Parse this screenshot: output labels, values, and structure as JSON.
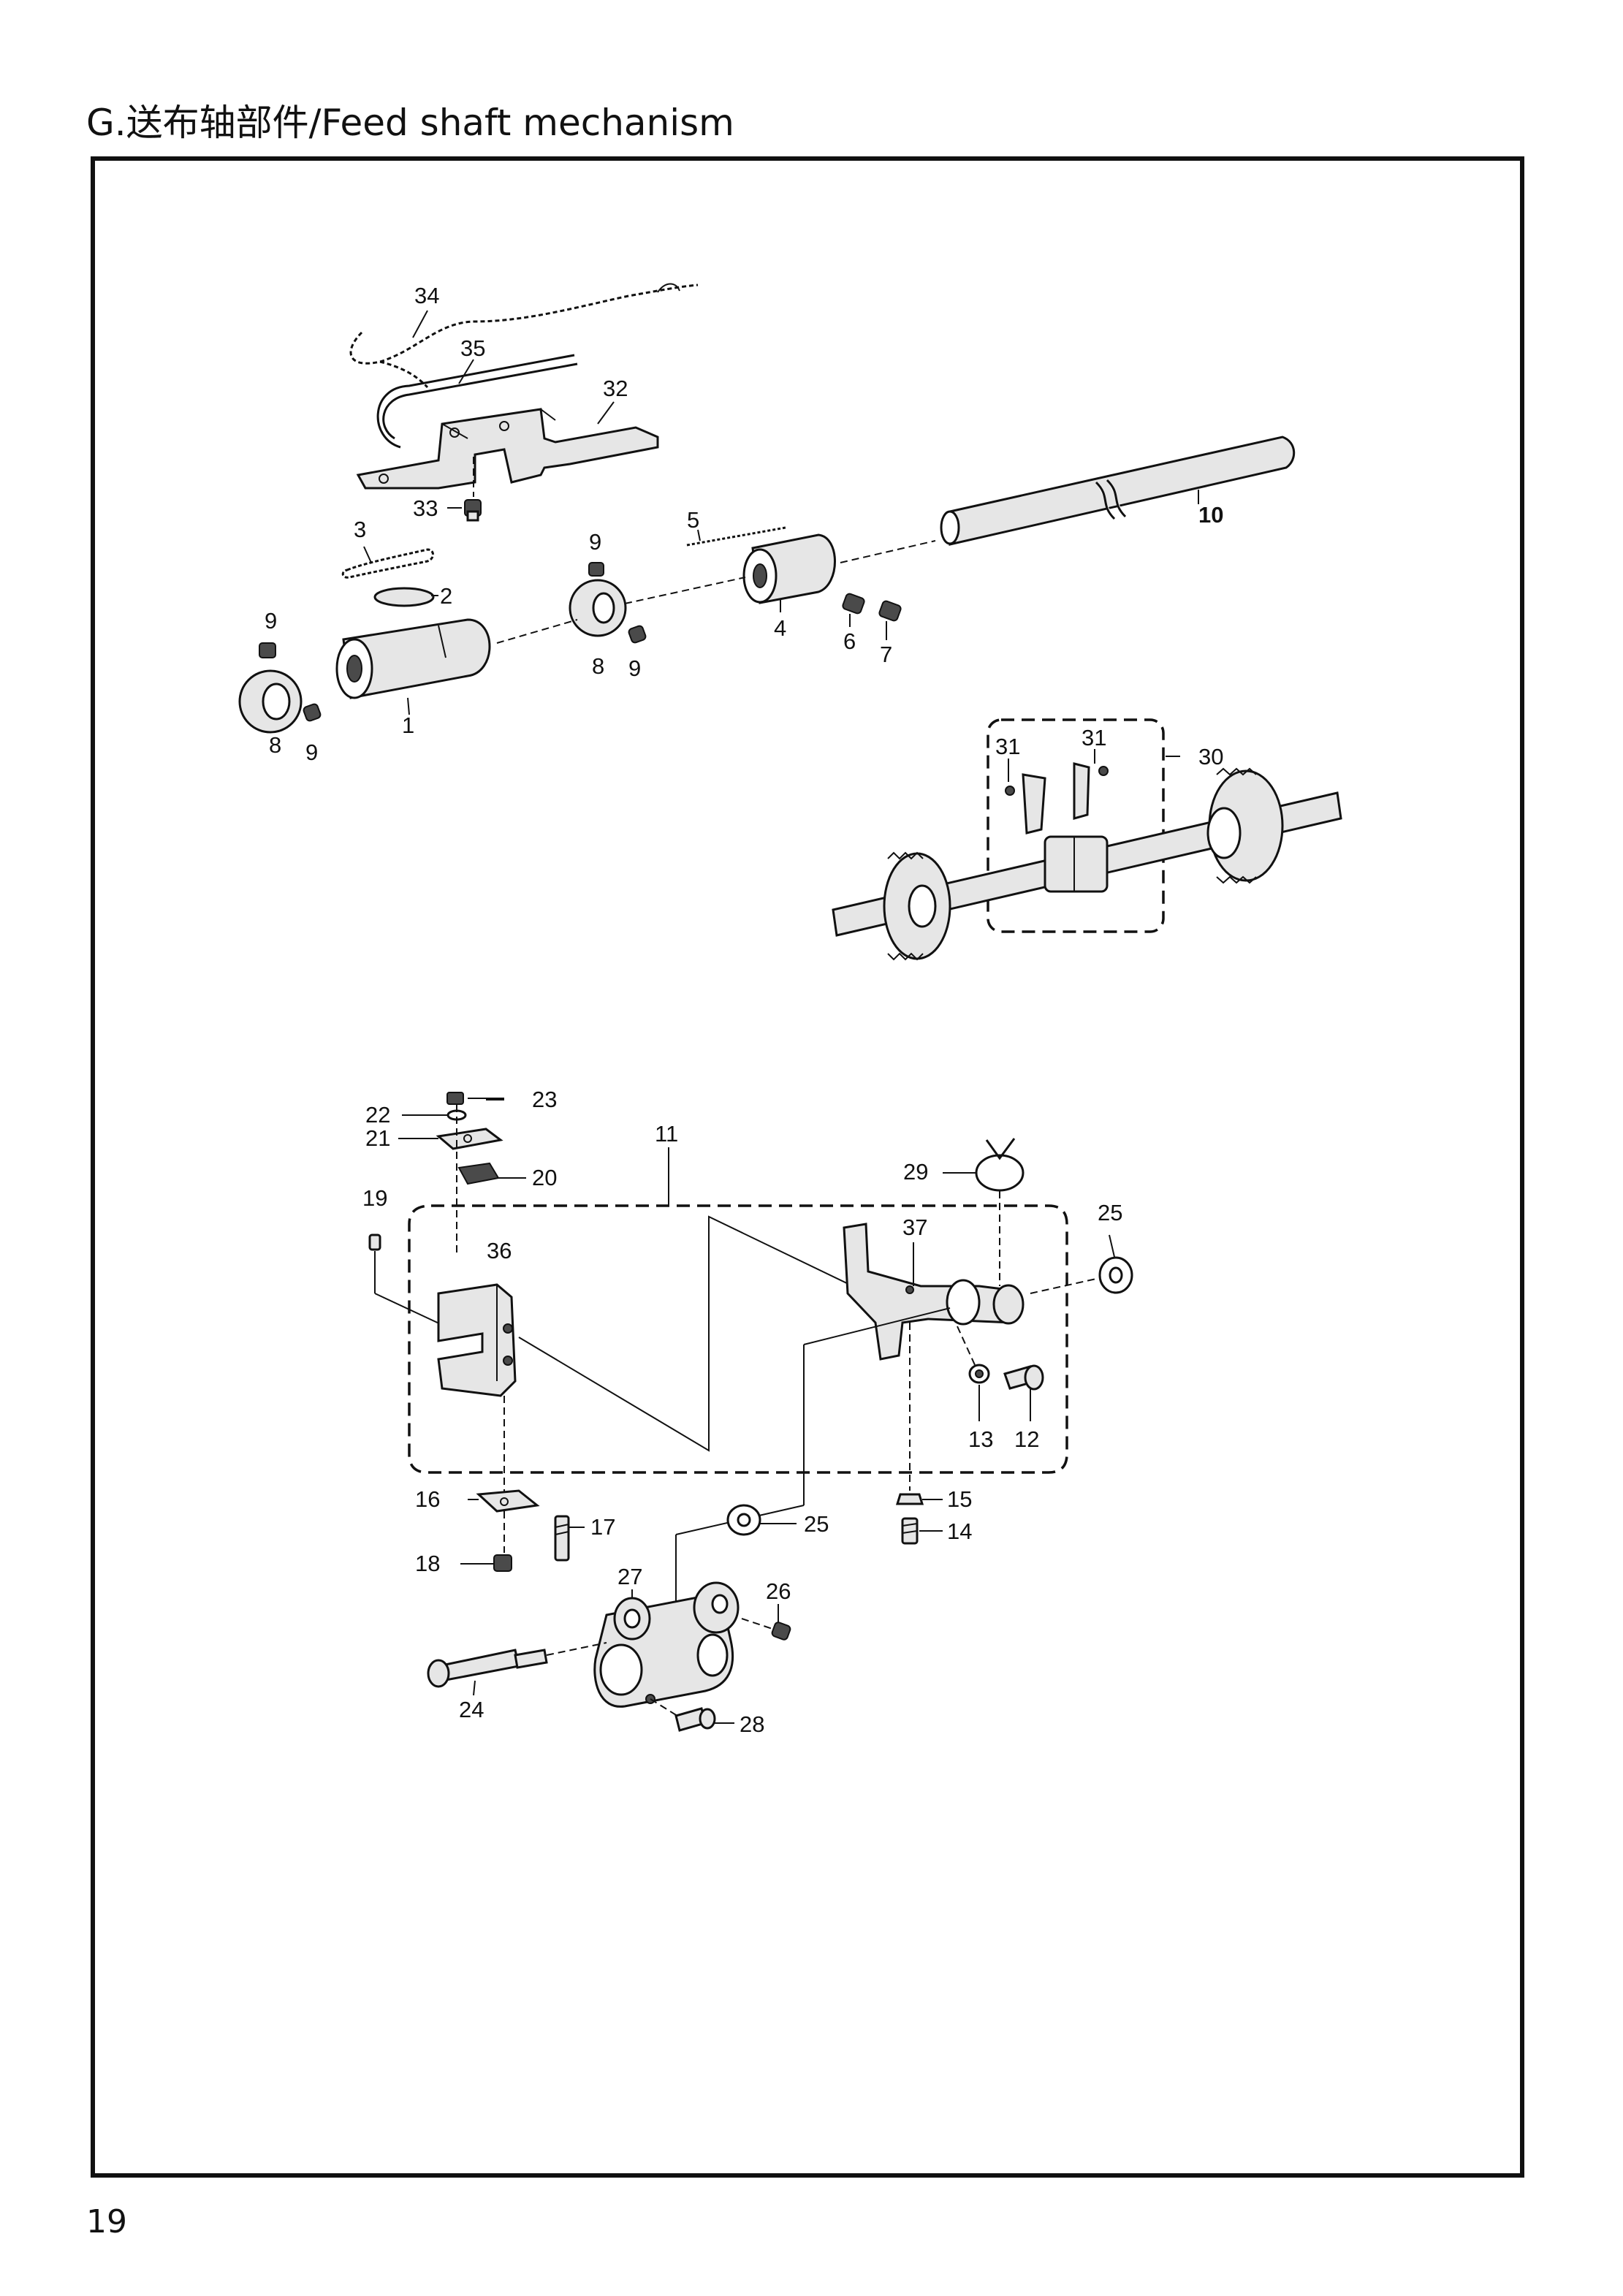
{
  "header": {
    "title": "G.送布轴部件/Feed shaft mechanism"
  },
  "footer": {
    "page_number": "19"
  },
  "callouts": {
    "p1": "1",
    "p2": "2",
    "p3": "3",
    "p4": "4",
    "p5": "5",
    "p6": "6",
    "p7": "7",
    "p8a": "8",
    "p8b": "8",
    "p9a": "9",
    "p9b": "9",
    "p9c": "9",
    "p9d": "9",
    "p10": "10",
    "p30": "30",
    "p31a": "31",
    "p31b": "31",
    "p32": "32",
    "p33": "33",
    "p34": "34",
    "p35": "35",
    "p11": "11",
    "p12": "12",
    "p13": "13",
    "p14": "14",
    "p15": "15",
    "p16": "16",
    "p17": "17",
    "p18": "18",
    "p19": "19",
    "p20": "20",
    "p21": "21",
    "p22": "22",
    "p23": "23",
    "p24": "24",
    "p25a": "25",
    "p25b": "25",
    "p26": "26",
    "p27": "27",
    "p28": "28",
    "p29": "29",
    "p36": "36",
    "p37": "37"
  }
}
